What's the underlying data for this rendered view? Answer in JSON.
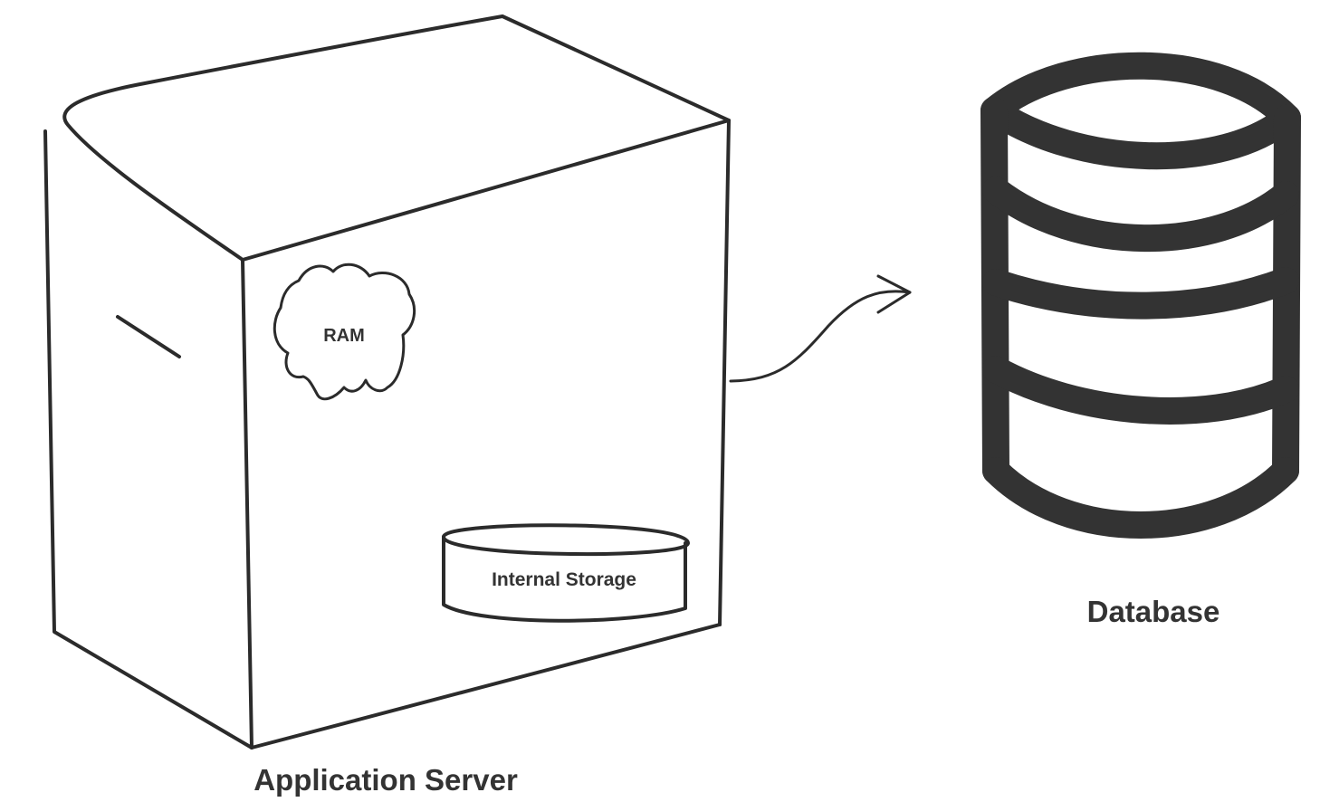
{
  "diagram": {
    "nodes": {
      "app_server": {
        "label": "Application Server"
      },
      "ram": {
        "label": "RAM"
      },
      "internal_storage": {
        "label": "Internal Storage"
      },
      "database": {
        "label": "Database"
      }
    },
    "edges": [
      {
        "from": "Application Server",
        "to": "Database",
        "style": "arrow"
      }
    ],
    "colors": {
      "stroke": "#2b2b2b",
      "database_fill": "#333333",
      "text": "#333333",
      "background": "#ffffff"
    }
  }
}
